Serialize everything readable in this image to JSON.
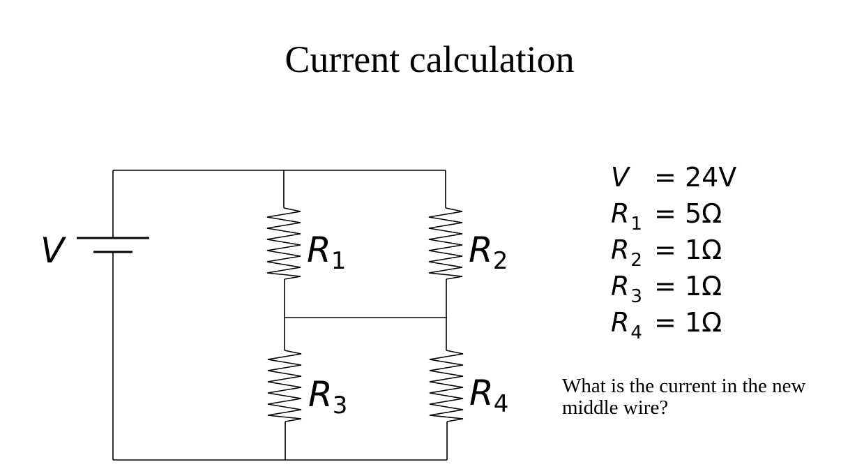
{
  "title": "Current calculation",
  "circuit": {
    "source_label": "V",
    "resistors": [
      {
        "id": "R1",
        "symbol": "R",
        "sub": "1"
      },
      {
        "id": "R2",
        "symbol": "R",
        "sub": "2"
      },
      {
        "id": "R3",
        "symbol": "R",
        "sub": "3"
      },
      {
        "id": "R4",
        "symbol": "R",
        "sub": "4"
      }
    ]
  },
  "params": [
    {
      "symbol": "V",
      "sub": "",
      "eq": "=",
      "value": "24V"
    },
    {
      "symbol": "R",
      "sub": "1",
      "eq": "=",
      "value": "5Ω"
    },
    {
      "symbol": "R",
      "sub": "2",
      "eq": "=",
      "value": "1Ω"
    },
    {
      "symbol": "R",
      "sub": "3",
      "eq": "=",
      "value": "1Ω"
    },
    {
      "symbol": "R",
      "sub": "4",
      "eq": "=",
      "value": "1Ω"
    }
  ],
  "question": "What is the current in the new middle wire?"
}
